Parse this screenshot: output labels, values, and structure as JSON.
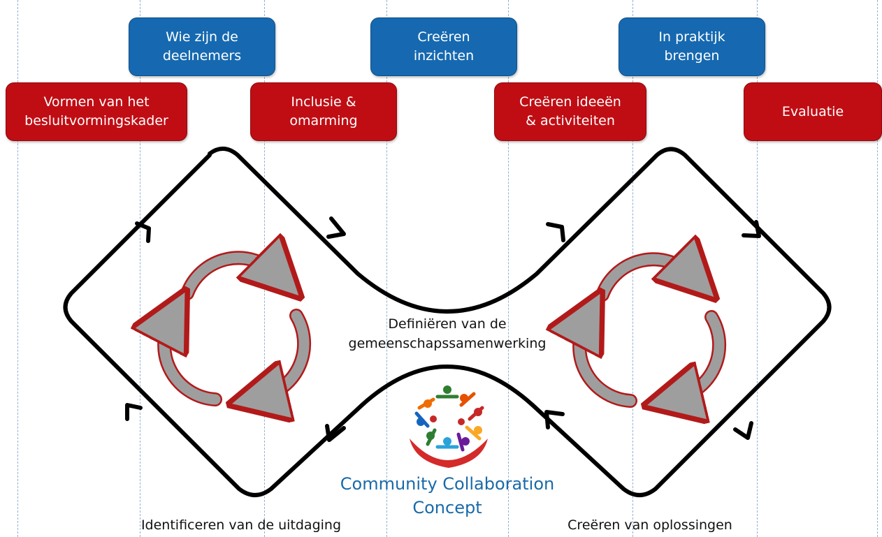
{
  "phases_top": [
    {
      "id": "participants",
      "label": "Wie zijn de\ndeelnemers"
    },
    {
      "id": "insights",
      "label": "Creëren\ninzichten"
    },
    {
      "id": "practice",
      "label": "In praktijk\nbrengen"
    }
  ],
  "phases_bottom": [
    {
      "id": "framework",
      "label": "Vormen van het\nbesluitvormingskader"
    },
    {
      "id": "inclusion",
      "label": "Inclusie &\nomarming"
    },
    {
      "id": "ideas",
      "label": "Creëren ideeën\n& activiteiten"
    },
    {
      "id": "evaluation",
      "label": "Evaluatie"
    }
  ],
  "labels": {
    "center": "Definiëren van de\ngemeenschapssamenwerking",
    "left_bottom": "Identificeren van de uitdaging",
    "right_bottom": "Creëren van oplossingen"
  },
  "brand": {
    "name": "Community Collaboration\nConcept"
  },
  "colors": {
    "blue": "#1669b0",
    "red": "#c00d14",
    "cycle": "#9e9e9e",
    "cycle_outline": "#b21a1a",
    "brand": "#1a6aa8"
  },
  "icons": [
    "cycle-arrows-icon",
    "community-logo-icon",
    "flow-arrow-icon"
  ]
}
